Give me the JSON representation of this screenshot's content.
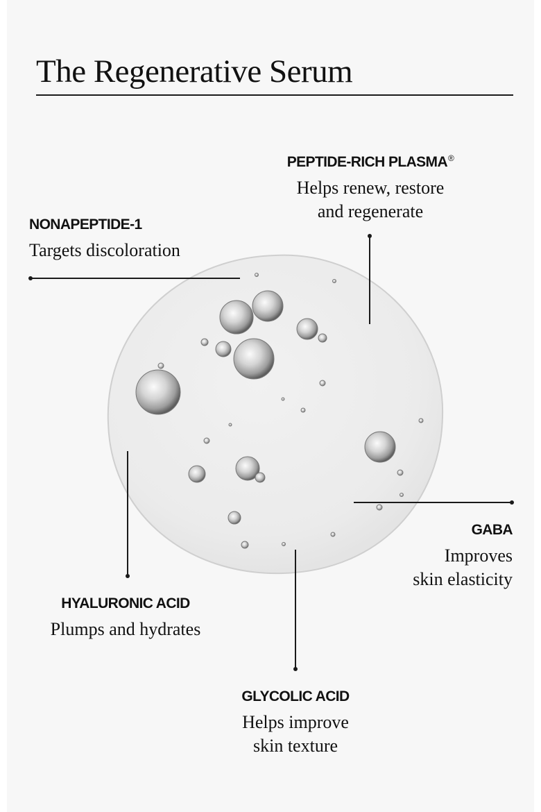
{
  "title": "The Regenerative Serum",
  "colors": {
    "background": "#f7f7f7",
    "ink": "#111111",
    "serum": "#ebebeb"
  },
  "ingredients": [
    {
      "name": "PEPTIDE-RICH PLASMA",
      "mark": "®",
      "description": "Helps renew, restore\nand regenerate"
    },
    {
      "name": "NONAPEPTIDE-1",
      "description": "Targets discoloration"
    },
    {
      "name": "GABA",
      "description": "Improves\nskin elasticity"
    },
    {
      "name": "HYALURONIC ACID",
      "description": "Plumps and hydrates"
    },
    {
      "name": "GLYCOLIC ACID",
      "description": "Helps improve\nskin texture"
    }
  ]
}
